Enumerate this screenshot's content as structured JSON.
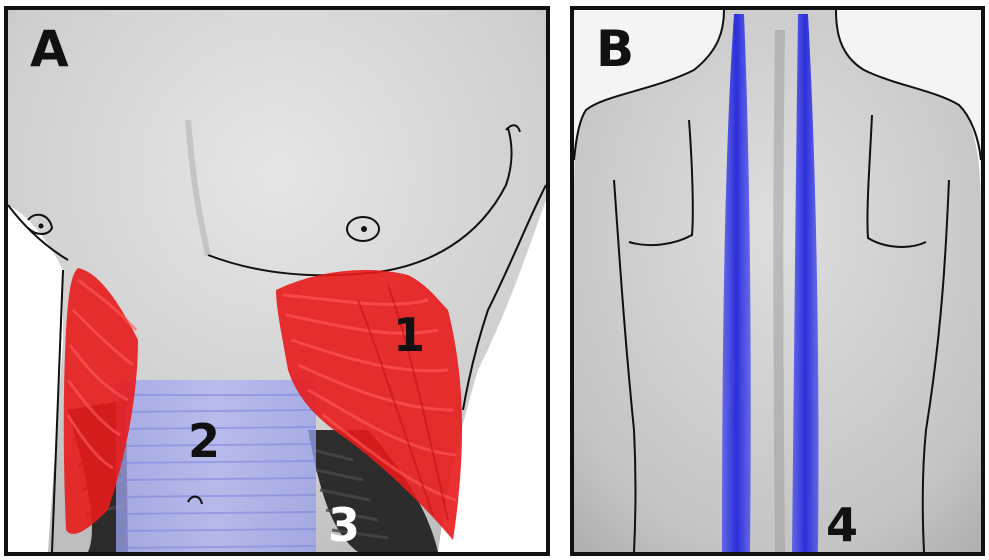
{
  "panels": [
    {
      "letter": "A"
    },
    {
      "letter": "B"
    }
  ],
  "labels": {
    "muscle_1": "1",
    "muscle_2": "2",
    "muscle_3": "3",
    "muscle_4": "4"
  },
  "colors": {
    "muscle_1_red": "#e81b1b",
    "muscle_2_blue": "#8a90e6",
    "muscle_3_black": "#1a1a1a",
    "muscle_4_blue": "#2b2fe0",
    "skin": "#d9d9d9",
    "border": "#111111"
  }
}
